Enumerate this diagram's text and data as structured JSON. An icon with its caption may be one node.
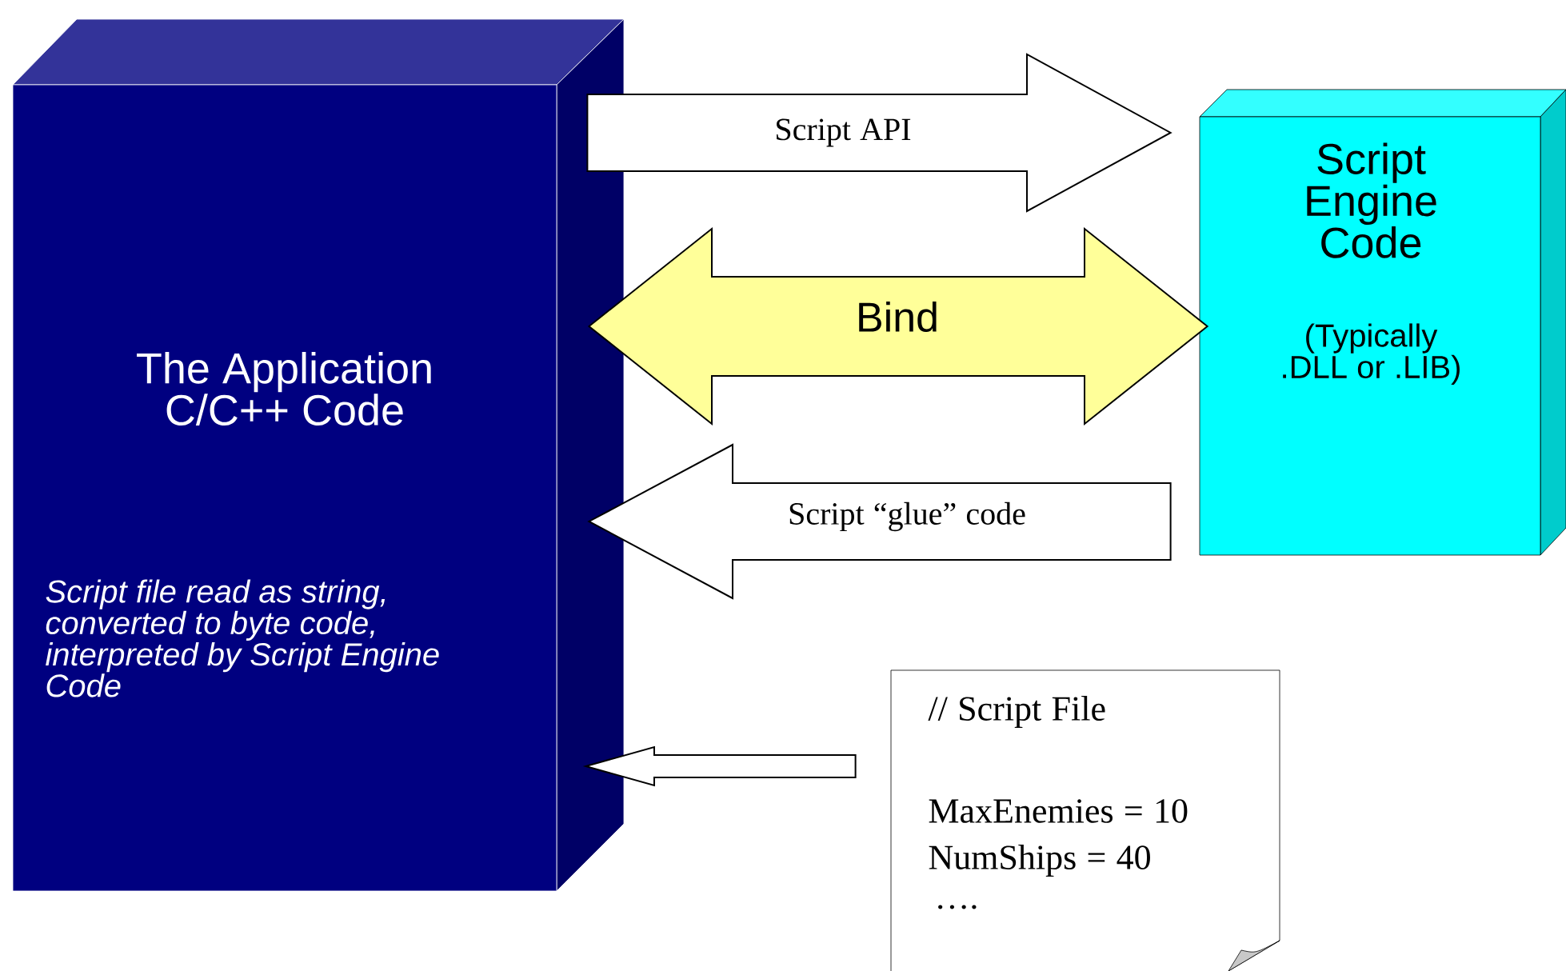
{
  "diagram": {
    "nodes": [
      {
        "text": [
          "The Application C/C++ Code",
          "Script file read as string, converted to byte code, interpreted by Script Engine Code"
        ]
      },
      {
        "text": [
          "Script Engine Code",
          "(Typically .DLL or .LIB)"
        ]
      },
      {
        "text": [
          "// Script File",
          "MaxEnemies = 10",
          "NumShips = 40",
          "…."
        ]
      }
    ],
    "edges": [
      {
        "from": 0,
        "to": 1,
        "arrow": "to",
        "label": "Script API"
      },
      {
        "from": 0,
        "to": 1,
        "arrow": "both",
        "label": "Bind",
        "color": "#ffff99"
      },
      {
        "from": 1,
        "to": 0,
        "arrow": "to",
        "label": "Script “glue” code"
      },
      {
        "from": 2,
        "to": 0,
        "arrow": "to"
      }
    ]
  }
}
